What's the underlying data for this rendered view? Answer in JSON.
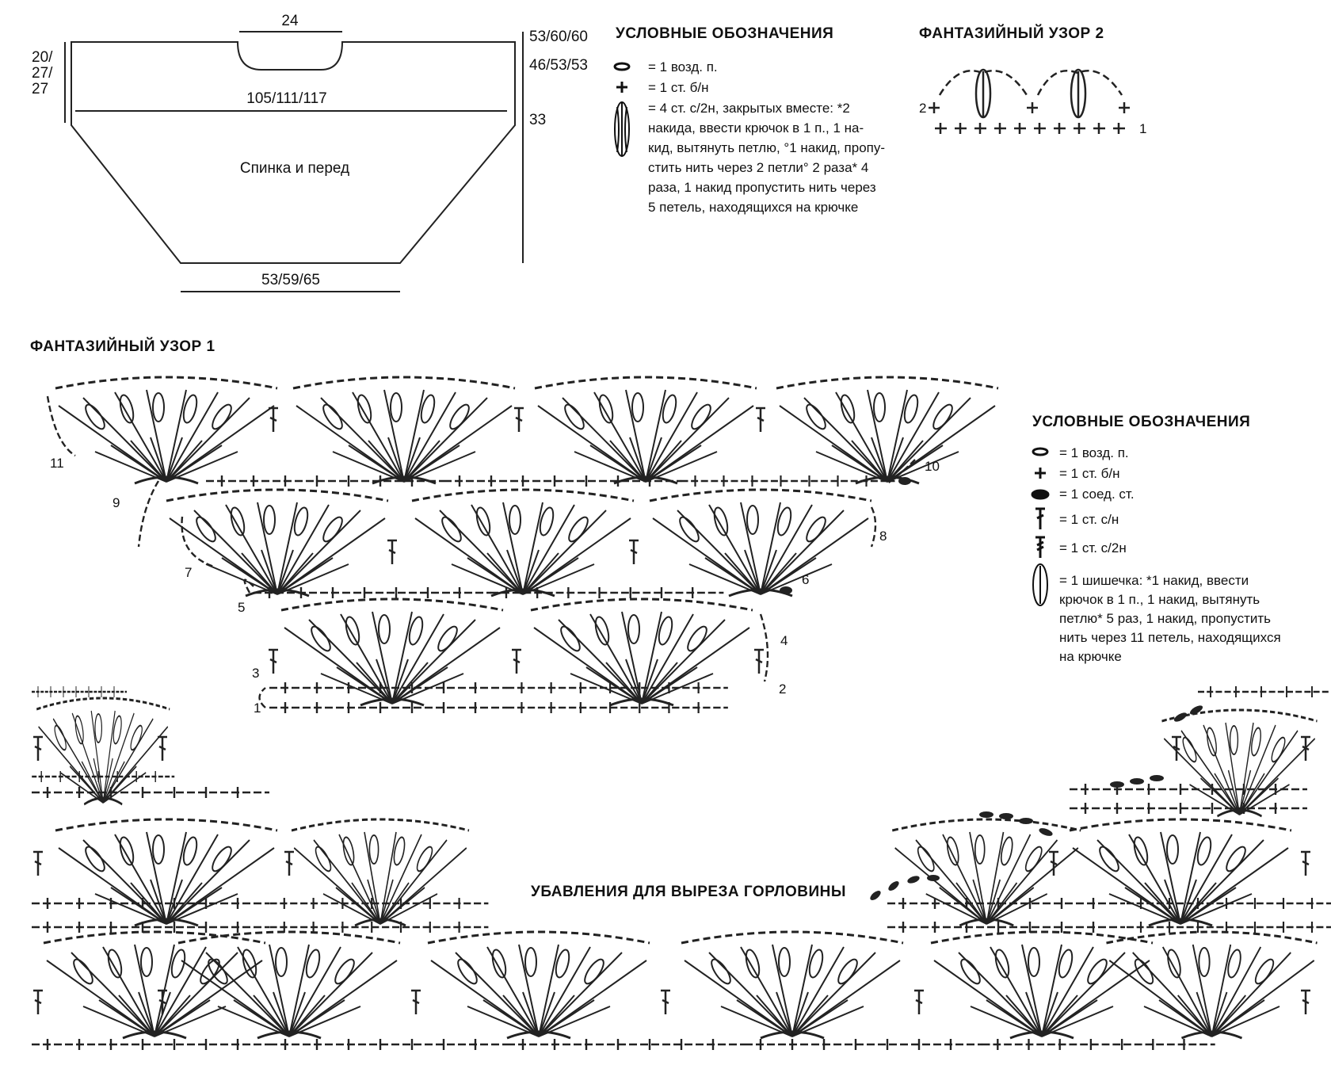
{
  "schematic": {
    "width_top": "105/111/117",
    "neck_width": "24",
    "width_bottom": "53/59/65",
    "height_left": [
      "20/",
      "27/",
      "27"
    ],
    "height_right_top": "53/60/60",
    "height_right_mid": "46/53/53",
    "height_right_bottom": "33",
    "piece_label": "Спинка и перед"
  },
  "legend1": {
    "title": "УСЛОВНЫЕ ОБОЗНАЧЕНИЯ",
    "items": [
      {
        "symbol": "chain-icon",
        "text": "= 1 возд. п."
      },
      {
        "symbol": "single-crochet-icon",
        "text": "= 1 ст. б/н"
      }
    ],
    "cluster_lines": [
      "= 4 ст. с/2н, закрытых вместе: *2",
      "накида, ввести крючок в 1 п., 1 на-",
      "кид, вытянуть петлю, °1 накид, пропу-",
      "стить нить через 2 петли° 2 раза* 4",
      "раза, 1 накид пропустить нить через",
      "5 петель, находящихся на крючке"
    ]
  },
  "pattern2": {
    "title": "ФАНТАЗИЙНЫЙ УЗОР 2",
    "row_labels": [
      "2",
      "1"
    ]
  },
  "pattern1": {
    "title": "ФАНТАЗИЙНЫЙ УЗОР 1",
    "row_labels": [
      "1",
      "2",
      "3",
      "4",
      "5",
      "6",
      "7",
      "8",
      "9",
      "10",
      "11"
    ]
  },
  "legend2": {
    "title": "УСЛОВНЫЕ ОБОЗНАЧЕНИЯ",
    "items": [
      {
        "symbol": "chain-icon",
        "text": "= 1 возд. п."
      },
      {
        "symbol": "single-crochet-icon",
        "text": "= 1 ст. б/н"
      },
      {
        "symbol": "slip-stitch-icon",
        "text": "= 1 соед. ст."
      },
      {
        "symbol": "double-crochet-icon",
        "text": "= 1 ст. с/н"
      },
      {
        "symbol": "treble-crochet-icon",
        "text": "= 1 ст. с/2н"
      }
    ],
    "bobble_lines": [
      "= 1 шишечка: *1 накид, ввести",
      "крючок в 1 п., 1 накид, вытянуть",
      "петлю* 5 раз, 1 накид, пропустить",
      "нить через 11 петель, находящихся",
      "на крючке"
    ]
  },
  "neckline": {
    "title": "УБАВЛЕНИЯ ДЛЯ ВЫРЕЗА ГОРЛОВИНЫ"
  }
}
